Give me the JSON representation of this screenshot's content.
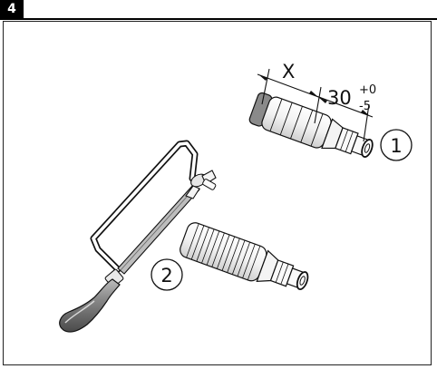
{
  "step": {
    "number": "4"
  },
  "dimensions": {
    "x_label": "X",
    "cut_length_value": "30",
    "tolerance_upper": "+0",
    "tolerance_lower": "-5"
  },
  "callouts": {
    "one": "1",
    "two": "2"
  },
  "colors": {
    "ink": "#111111",
    "band": "#8a8a8a",
    "background": "#ffffff"
  }
}
